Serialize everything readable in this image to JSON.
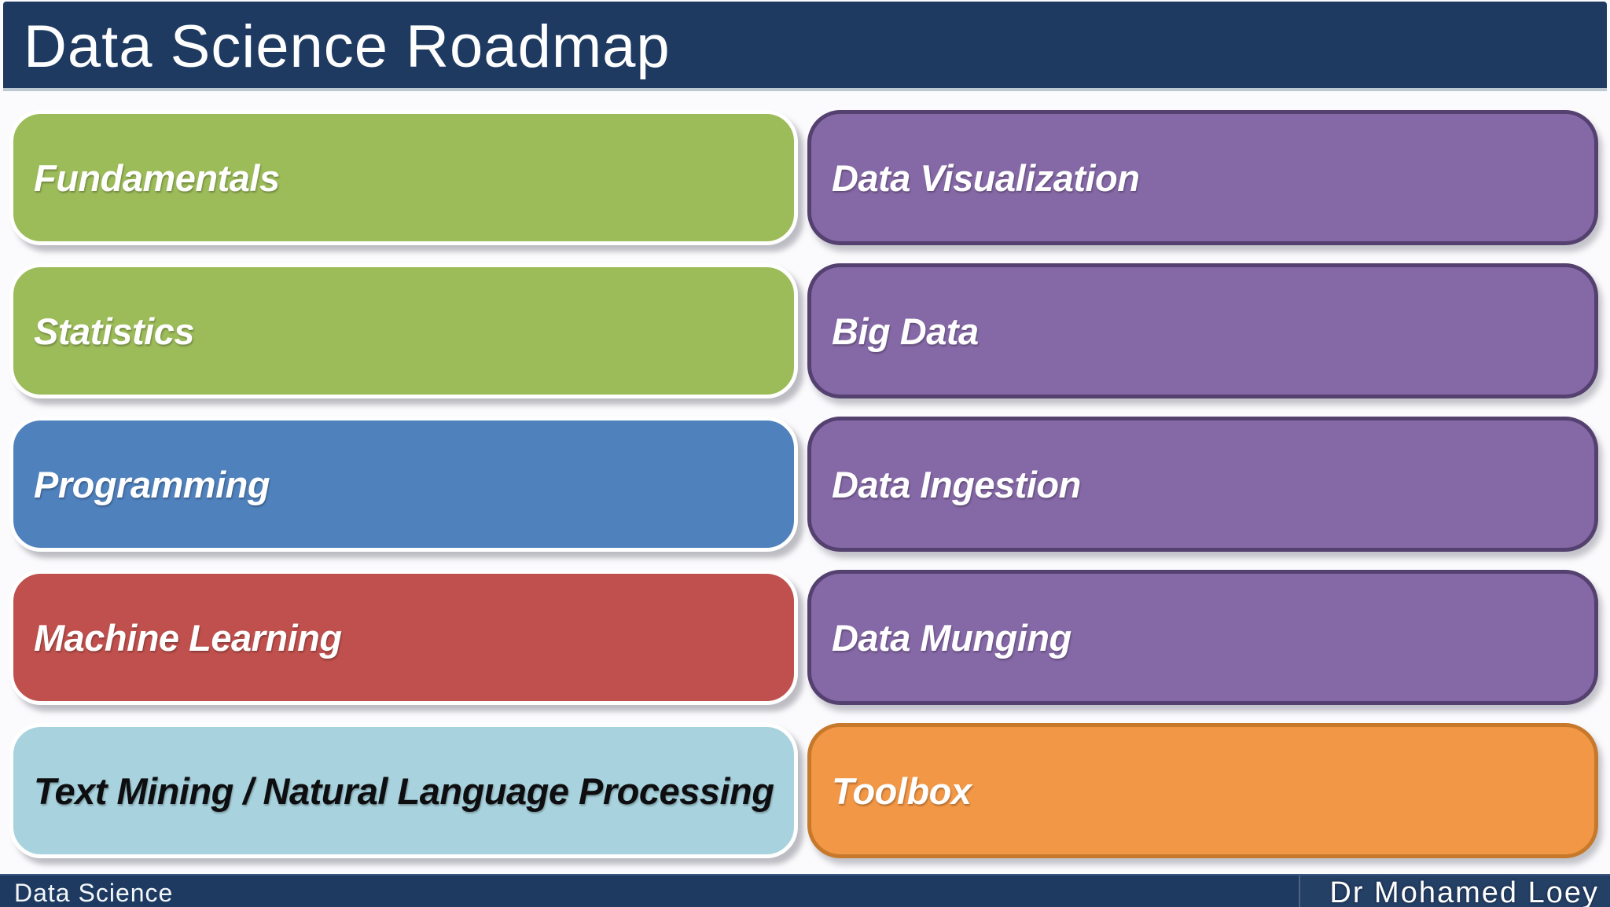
{
  "header": {
    "title": "Data Science Roadmap"
  },
  "theme": {
    "bar_navy": "#1e3a61",
    "header_underline": "#bcc8d2",
    "slide_background": "#fbfbfd"
  },
  "columns": {
    "left": [
      {
        "label": "Fundamentals",
        "fill": "#9cbb59",
        "border": "#ffffff",
        "text": "#ffffff"
      },
      {
        "label": "Statistics",
        "fill": "#9cbb59",
        "border": "#ffffff",
        "text": "#ffffff"
      },
      {
        "label": "Programming",
        "fill": "#4f81bd",
        "border": "#ffffff",
        "text": "#ffffff"
      },
      {
        "label": "Machine Learning",
        "fill": "#c0504d",
        "border": "#ffffff",
        "text": "#ffffff"
      },
      {
        "label": "Text Mining / Natural Language Processing",
        "fill": "#a8d3de",
        "border": "#ffffff",
        "text": "#0e0e10"
      }
    ],
    "right": [
      {
        "label": "Data Visualization",
        "fill": "#8568a6",
        "border": "#554170",
        "text": "#ffffff"
      },
      {
        "label": "Big Data",
        "fill": "#8568a6",
        "border": "#554170",
        "text": "#ffffff"
      },
      {
        "label": "Data Ingestion",
        "fill": "#8568a6",
        "border": "#554170",
        "text": "#ffffff"
      },
      {
        "label": "Data Munging",
        "fill": "#8568a6",
        "border": "#554170",
        "text": "#ffffff"
      },
      {
        "label": "Toolbox",
        "fill": "#f29745",
        "border": "#c7792b",
        "text": "#ffffff"
      }
    ]
  },
  "footer": {
    "left": "Data Science",
    "right": "Dr Mohamed Loey"
  }
}
